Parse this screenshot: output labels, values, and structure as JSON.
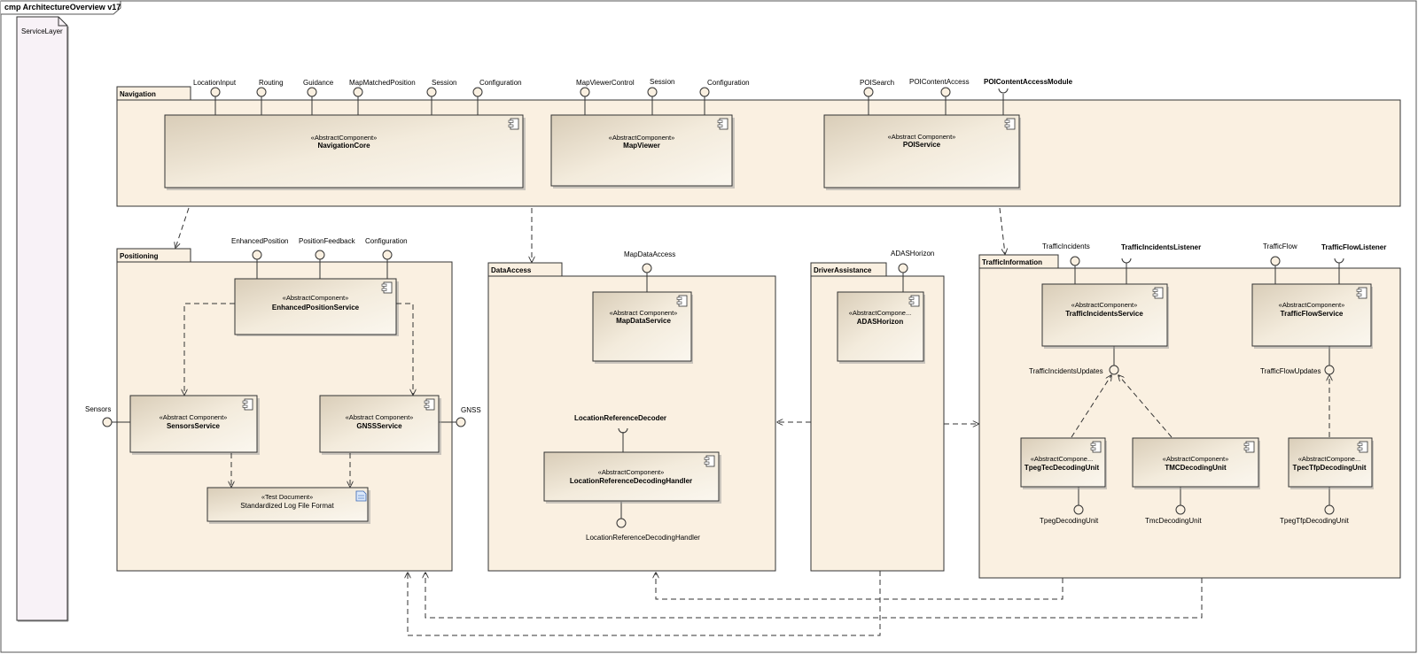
{
  "diagram": {
    "frame_title": "cmp ArchitectureOverview v17",
    "service_layer": "ServiceLayer",
    "packages": {
      "navigation": "Navigation",
      "positioning": "Positioning",
      "data_access": "DataAccess",
      "driver_assistance": "DriverAssistance",
      "traffic_information": "TrafficInformation"
    },
    "components": {
      "navigation_core": {
        "stereotype": "«AbstractComponent»",
        "name": "NavigationCore"
      },
      "map_viewer": {
        "stereotype": "«AbstractComponent»",
        "name": "MapViewer"
      },
      "poi_service": {
        "stereotype": "«Abstract Component»",
        "name": "POIService"
      },
      "enhanced_position_service": {
        "stereotype": "«AbstractComponent»",
        "name": "EnhancedPositionService"
      },
      "sensors_service": {
        "stereotype": "«Abstract Component»",
        "name": "SensorsService"
      },
      "gnss_service": {
        "stereotype": "«Abstract Component»",
        "name": "GNSSService"
      },
      "map_data_service": {
        "stereotype": "«Abstract Component»",
        "name": "MapDataService"
      },
      "location_reference_decoding_handler": {
        "stereotype": "«AbstractComponent»",
        "name": "LocationReferenceDecodingHandler"
      },
      "adas_horizon": {
        "stereotype": "«AbstractCompone...",
        "name": "ADASHorizon"
      },
      "traffic_incidents_service": {
        "stereotype": "«AbstractComponent»",
        "name": "TrafficIncidentsService"
      },
      "traffic_flow_service": {
        "stereotype": "«AbstractComponent»",
        "name": "TrafficFlowService"
      },
      "tpeg_tec_decoding_unit": {
        "stereotype": "«AbstractCompone...",
        "name": "TpegTecDecodingUnit"
      },
      "tmc_decoding_unit": {
        "stereotype": "«AbstractComponent»",
        "name": "TMCDecodingUnit"
      },
      "tpec_tfp_decoding_unit": {
        "stereotype": "«AbstractCompone...",
        "name": "TpecTfpDecodingUnit"
      }
    },
    "document": {
      "stereotype": "«Test Document»",
      "name": "Standardized Log File Format"
    },
    "interfaces": {
      "location_input": "LocationInput",
      "routing": "Routing",
      "guidance": "Guidance",
      "map_matched_position": "MapMatchedPosition",
      "nav_session": "Session",
      "nav_configuration": "Configuration",
      "map_viewer_control": "MapViewerControl",
      "mv_session": "Session",
      "mv_configuration": "Configuration",
      "poi_search": "POISearch",
      "poi_content_access": "POIContentAccess",
      "poi_content_access_module": "POIContentAccessModule",
      "enhanced_position": "EnhancedPosition",
      "position_feedback": "PositionFeedback",
      "pos_configuration": "Configuration",
      "sensors": "Sensors",
      "gnss": "GNSS",
      "map_data_access": "MapDataAccess",
      "location_reference_decoder": "LocationReferenceDecoder",
      "location_reference_decoding_handler": "LocationReferenceDecodingHandler",
      "adas_horizon": "ADASHorizon",
      "traffic_incidents": "TrafficIncidents",
      "traffic_incidents_listener": "TrafficIncidentsListener",
      "traffic_flow": "TrafficFlow",
      "traffic_flow_listener": "TrafficFlowListener",
      "traffic_incidents_updates": "TrafficIncidentsUpdates",
      "traffic_flow_updates": "TrafficFlowUpdates",
      "tpeg_decoding_unit": "TpegDecodingUnit",
      "tmc_decoding_unit": "TmcDecodingUnit",
      "tpeg_tfp_decoding_unit": "TpegTfpDecodingUnit"
    },
    "colors": {
      "package_fill": "#faf0e1",
      "component_fill": "#eee3d0",
      "service_layer_fill": "#f8f2f7",
      "line": "#333333"
    }
  }
}
